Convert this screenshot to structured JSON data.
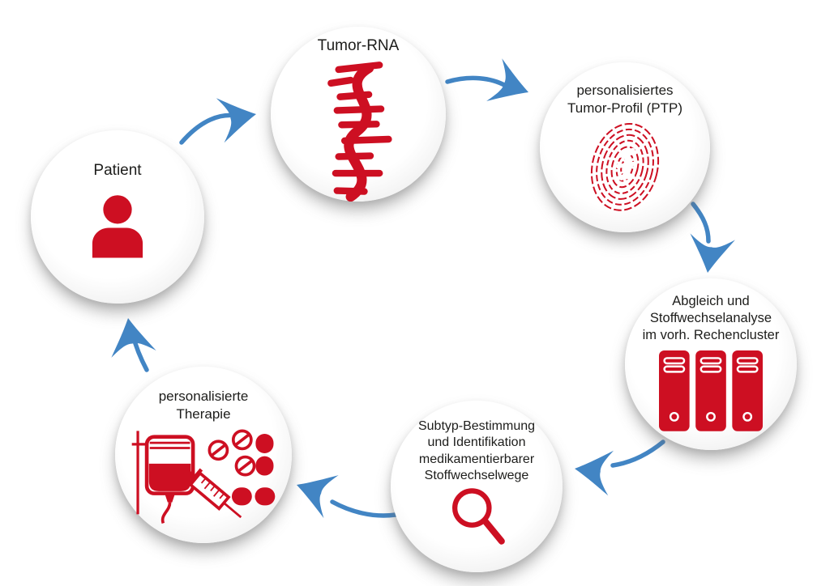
{
  "diagram": {
    "type": "cycle",
    "language": "de",
    "colors": {
      "icon_red": "#cd0f22",
      "arrow_blue": "#4285c4",
      "text_dark": "#1d1d1b",
      "circle_fill": "#ffffff",
      "circle_edge_shade": "#d7d7d7"
    },
    "nodes": [
      {
        "id": "patient",
        "label": "Patient",
        "icon": "person-icon"
      },
      {
        "id": "tumorrna",
        "label": "Tumor-RNA",
        "icon": "rna-helix-icon"
      },
      {
        "id": "ptp",
        "label": "personalisiertes\nTumor-Profil (PTP)",
        "icon": "fingerprint-dna-icon"
      },
      {
        "id": "cluster",
        "label": "Abgleich und\nStoffwechselanalyse\nim vorh. Rechencluster",
        "icon": "server-cluster-icon"
      },
      {
        "id": "subtyp",
        "label": "Subtyp-Bestimmung\nund Identifikation\nmedikamentierbarer\nStoffwechselwege",
        "icon": "magnifier-icon"
      },
      {
        "id": "therapie",
        "label": "personalisierte\nTherapie",
        "icon": "therapy-icon"
      }
    ],
    "arrows": [
      {
        "from": "patient",
        "to": "tumorrna"
      },
      {
        "from": "tumorrna",
        "to": "ptp"
      },
      {
        "from": "ptp",
        "to": "cluster"
      },
      {
        "from": "cluster",
        "to": "subtyp"
      },
      {
        "from": "subtyp",
        "to": "therapie"
      },
      {
        "from": "therapie",
        "to": "patient"
      }
    ]
  }
}
